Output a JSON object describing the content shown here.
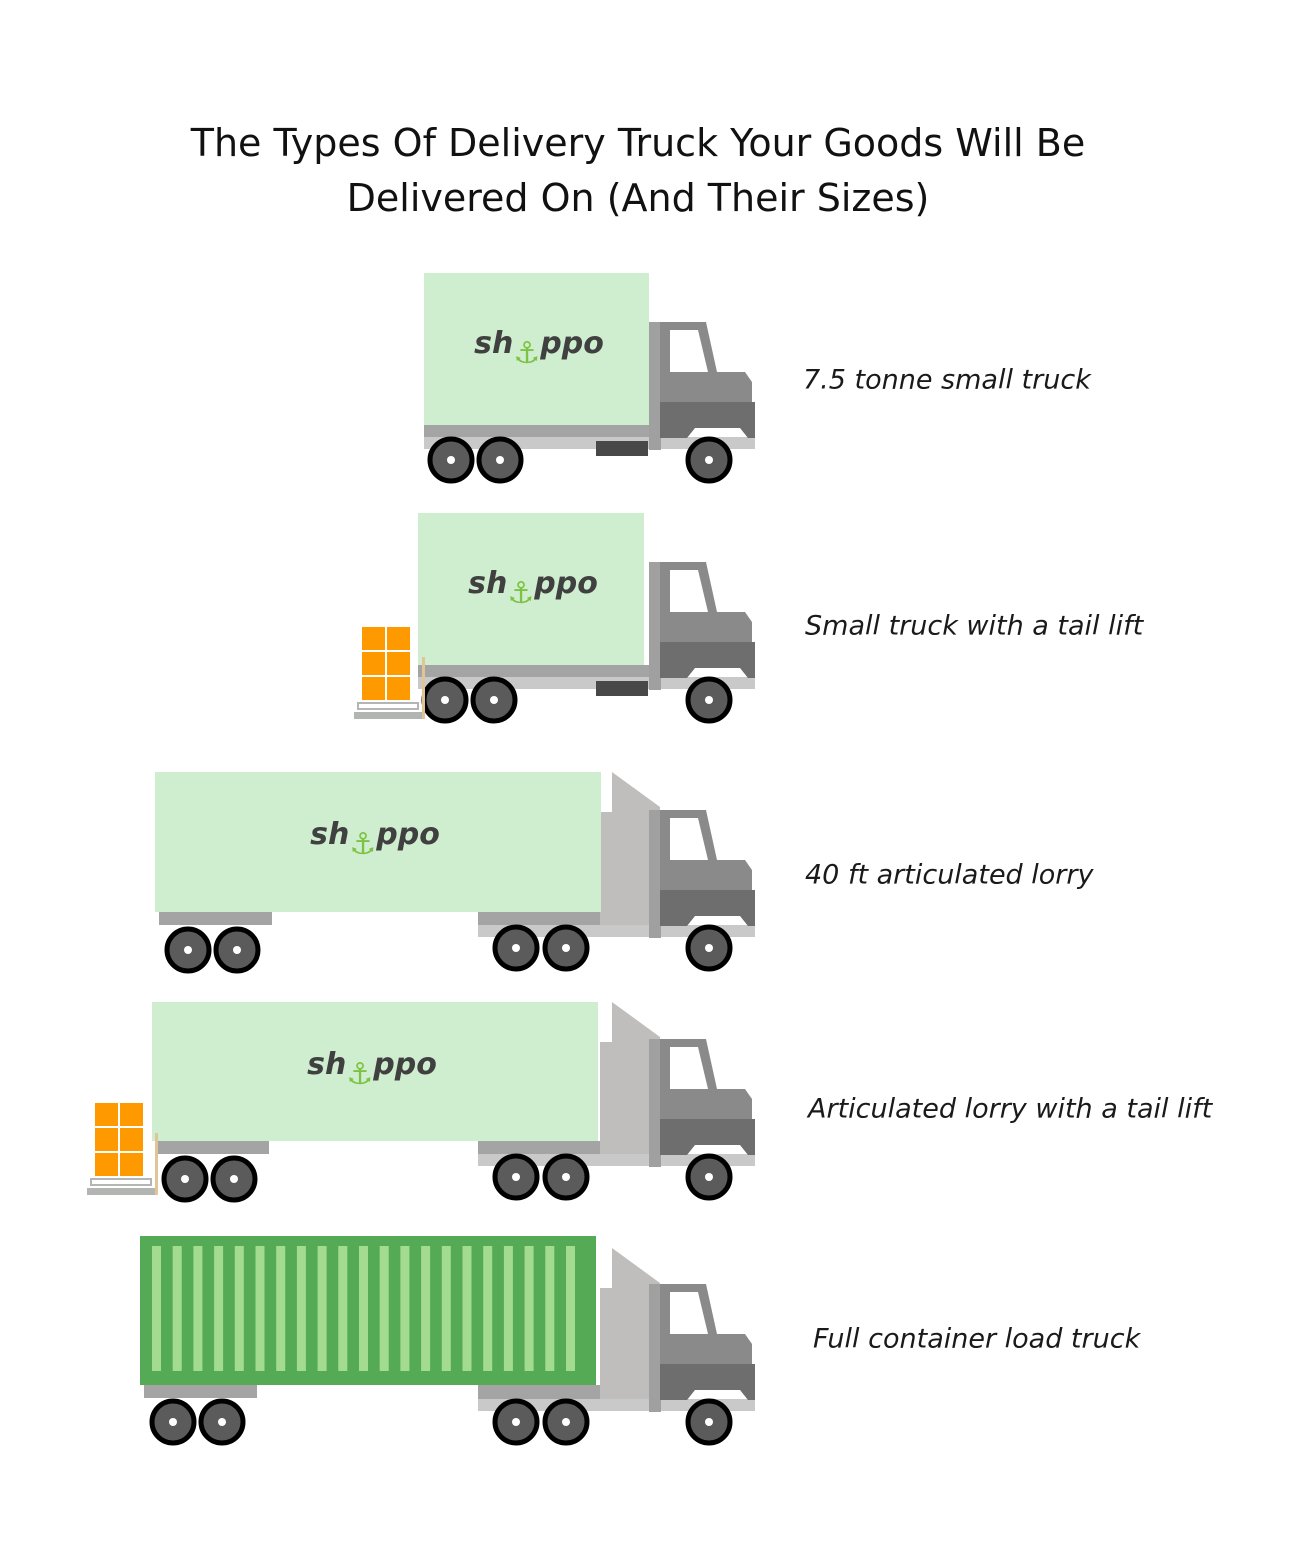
{
  "title": {
    "line1": "The Types Of Delivery Truck Your Goods Will Be",
    "line2": "Delivered On (And Their Sizes)"
  },
  "logo_text": "shippo",
  "trucks": [
    {
      "label": "7.5 tonne small truck",
      "kind": "small",
      "tail_lift": false
    },
    {
      "label": "Small truck with a tail lift",
      "kind": "small",
      "tail_lift": true
    },
    {
      "label": "40 ft articulated lorry",
      "kind": "articulated",
      "tail_lift": false
    },
    {
      "label": "Articulated lorry with a tail lift",
      "kind": "articulated",
      "tail_lift": true
    },
    {
      "label": "Full container load truck",
      "kind": "container",
      "tail_lift": false
    }
  ],
  "colors": {
    "box": "#cfedcf",
    "cab": "#8a8a8a",
    "cab_dark": "#6e6e6e",
    "chassis": "#a4a4a4",
    "chassis_light": "#c9c9c9",
    "logo_dark": "#404040",
    "logo_green": "#7dc242",
    "pallet_box": "#ff9900",
    "container": "#55aa55",
    "container_stripe": "#a3dc90"
  }
}
